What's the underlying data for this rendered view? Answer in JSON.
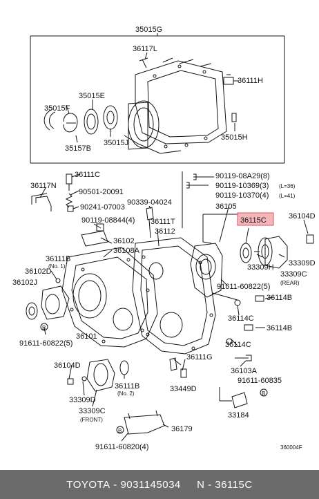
{
  "diagram": {
    "labels": {
      "l35015G": "35015G",
      "l36117L": "36117L",
      "l36111H": "36111H",
      "l35015E": "35015E",
      "l35015F": "35015F",
      "l35157B": "35157B",
      "l35015J": "35015J",
      "l35015H": "35015H",
      "l36111C": "36111C",
      "l36117N": "36117N",
      "l90501_20091": "90501-20091",
      "l90119_08A29": "90119-08A29(8)",
      "l90119_10369": "90119-10369(3)",
      "l90119_10370": "90119-10370(4)",
      "lL36": "(L=36)",
      "lL41": "(L=41)",
      "l90241_07003": "90241-07003",
      "l90339_04024": "90339-04024",
      "l36105": "36105",
      "l36104D_r": "36104D",
      "l90119_08844": "90119-08844(4)",
      "l36111T": "36111T",
      "l36102": "36102",
      "l36108A": "36108A",
      "l36112": "36112",
      "l36115C": "36115C",
      "l33309H": "33309H",
      "l33309D_r": "33309D",
      "l33309C_r": "33309C",
      "lREAR": "(REAR)",
      "l36111B_top": "36111B",
      "lNo1": "(No. 1)",
      "l36102D": "36102D",
      "l36102J": "36102J",
      "l91611_60822": "91611-60822(5)",
      "l36114B_1": "36114B",
      "l36114C_1": "36114C",
      "l36114B_2": "36114B",
      "l36101": "36101",
      "l91611_60822_b": "91611-60822(5)",
      "l36114C_2": "36114C",
      "l36111G": "36111G",
      "l36103A": "36103A",
      "l36104D_l": "36104D",
      "l91611_60835": "91611-60835",
      "l36111B_bot": "36111B",
      "lNo2": "(No. 2)",
      "l33309D_l": "33309D",
      "l33449D": "33449D",
      "l33309C_l": "33309C",
      "lFRONT": "(FRONT)",
      "l33184": "33184",
      "l36179": "36179",
      "l91611_60820": "91611-60820(4)",
      "l360004F": "360004F"
    }
  },
  "footer": {
    "brand": "TOYOTA",
    "sep1": " - ",
    "part_number": "9031145034",
    "sep2": "     N - ",
    "callout": "36115C"
  }
}
